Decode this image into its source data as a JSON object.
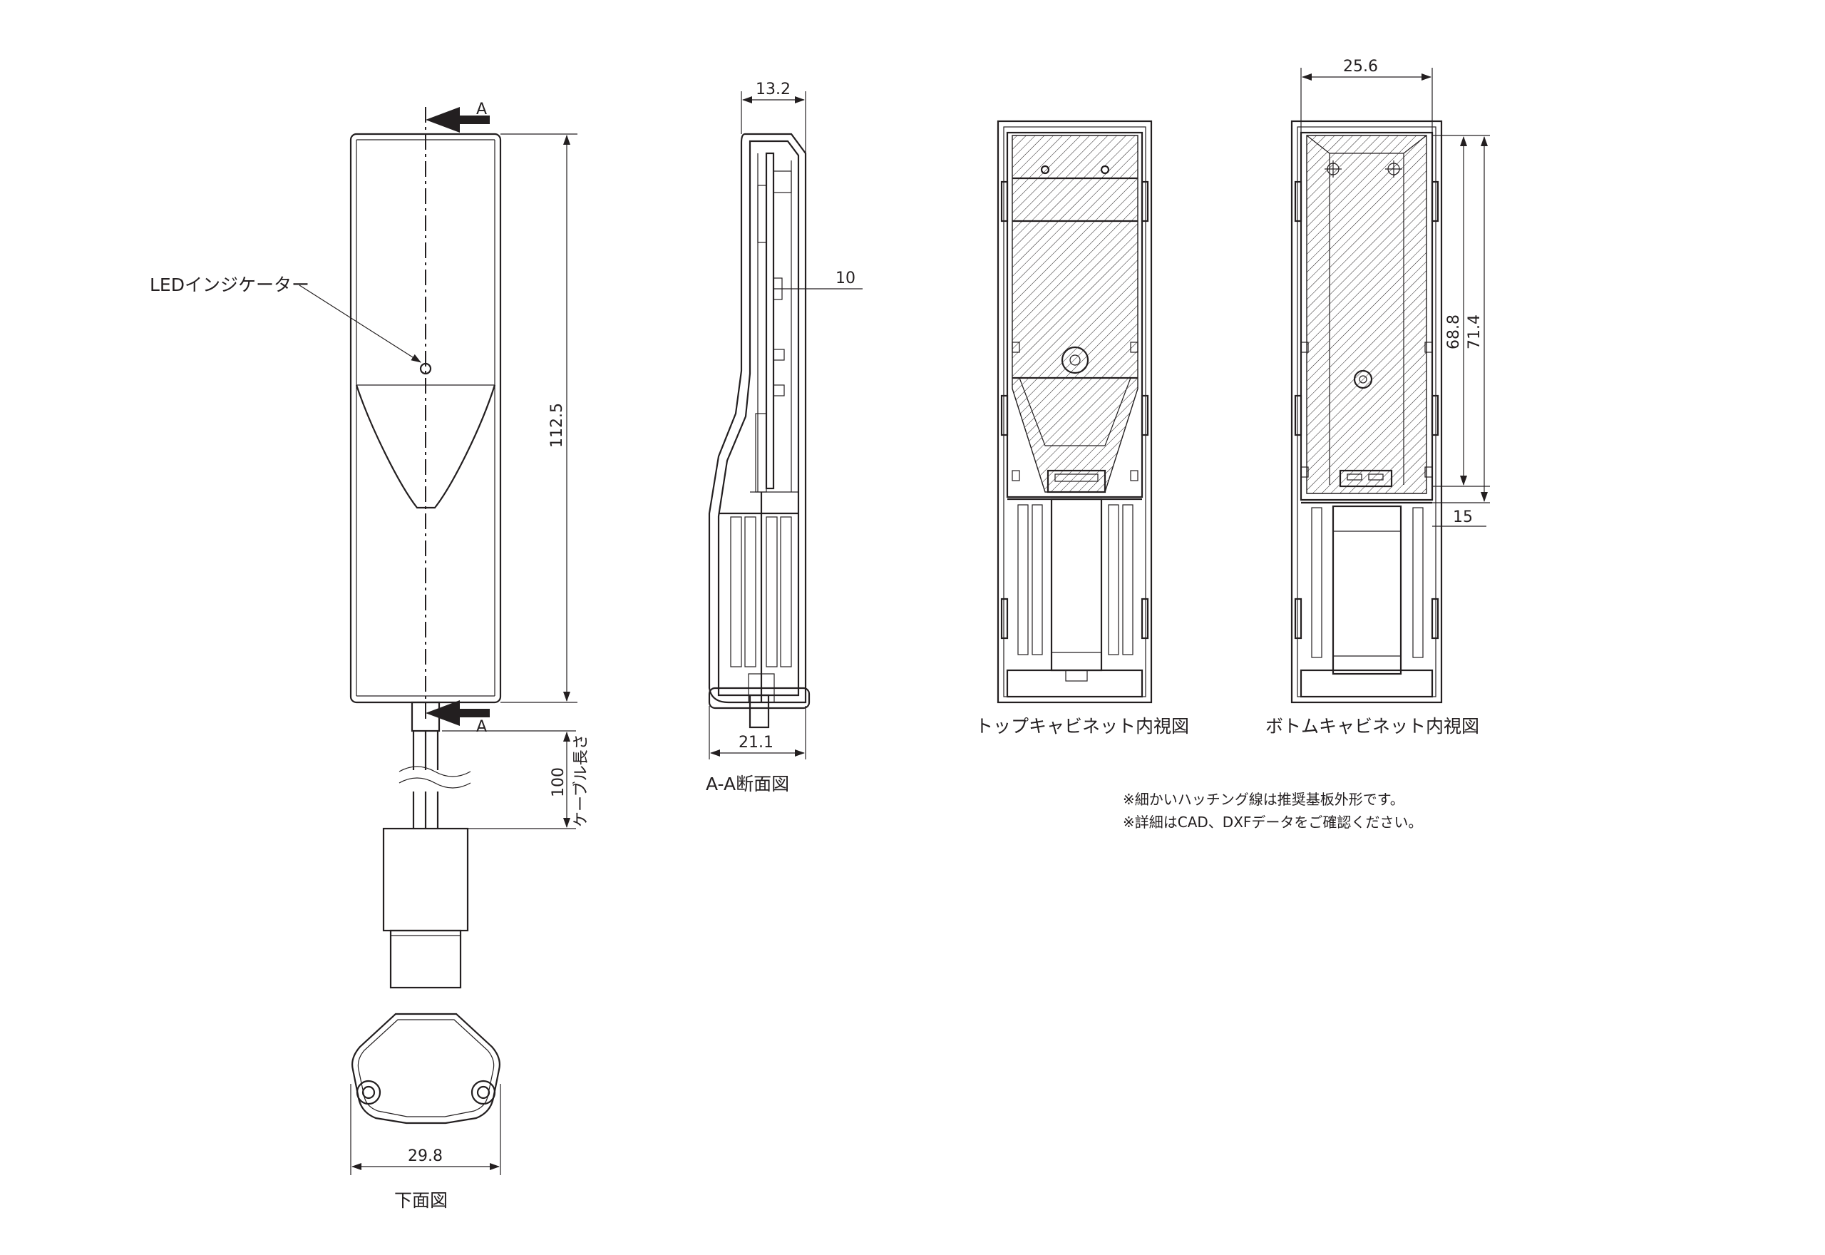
{
  "front_view": {
    "section_mark_top": "A",
    "section_mark_bottom": "A",
    "led_label": "LEDインジケーター",
    "height_dim": "112.5",
    "cable_dim": "100",
    "cable_dim_label": "ケーブル長さ"
  },
  "bottom_view": {
    "width_dim": "29.8",
    "title": "下面図"
  },
  "section_view": {
    "top_dim": "13.2",
    "mid_dim": "10",
    "bottom_dim": "21.1",
    "title": "A-A断面図"
  },
  "top_cabinet": {
    "title": "トップキャビネット内視図"
  },
  "bottom_cabinet": {
    "width_dim": "25.6",
    "dim_inner": "68.8",
    "dim_outer": "71.4",
    "dim_small": "15",
    "title": "ボトムキャビネット内視図"
  },
  "notes": [
    "※細かいハッチング線は推奨基板外形です。",
    "※詳細はCAD、DXFデータをご確認ください。"
  ]
}
